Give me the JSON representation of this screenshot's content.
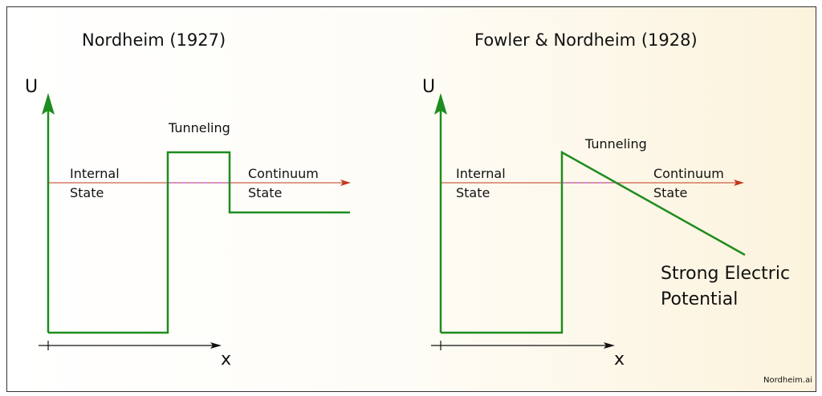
{
  "left_panel": {
    "title": "Nordheim (1927)",
    "y_axis_label": "U",
    "x_axis_label": "x",
    "barrier_label": "Tunneling",
    "internal_label": [
      "Internal",
      "State"
    ],
    "continuum_label": [
      "Continuum",
      "State"
    ]
  },
  "right_panel": {
    "title": "Fowler & Nordheim (1928)",
    "y_axis_label": "U",
    "x_axis_label": "x",
    "barrier_label": "Tunneling",
    "internal_label": [
      "Internal",
      "State"
    ],
    "continuum_label": [
      "Continuum",
      "State"
    ],
    "field_label": [
      "Strong Electric",
      "Potential"
    ]
  },
  "watermark": "Nordheim.ai",
  "colors": {
    "potential": "#1e8c1e",
    "energy_level": "#c0391b",
    "tunnel_path": "#b34fd6",
    "axis": "#111111"
  }
}
